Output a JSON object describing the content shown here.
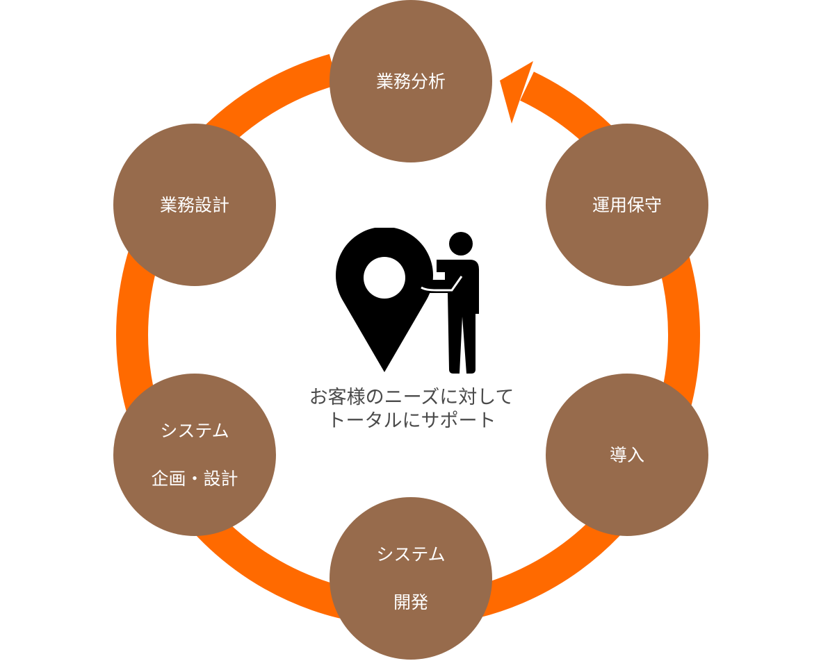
{
  "colors": {
    "ring": "#ff6a00",
    "stage_fill": "#976b4c",
    "stage_text": "#ffffff",
    "icon": "#000000",
    "caption_text": "#4a4a4a"
  },
  "stages": [
    {
      "id": "business-analysis",
      "lines": [
        "業務分析"
      ]
    },
    {
      "id": "operation-maintenance",
      "lines": [
        "運用保守"
      ]
    },
    {
      "id": "introduction",
      "lines": [
        "導入"
      ]
    },
    {
      "id": "system-development",
      "lines": [
        "システム",
        "開発"
      ]
    },
    {
      "id": "system-planning-design",
      "lines": [
        "システム",
        "企画・設計"
      ]
    },
    {
      "id": "business-design",
      "lines": [
        "業務設計"
      ]
    }
  ],
  "center": {
    "icon": "map-pin-with-person-icon",
    "caption_lines": [
      "お客様のニーズに対して",
      "トータルにサポート"
    ]
  }
}
